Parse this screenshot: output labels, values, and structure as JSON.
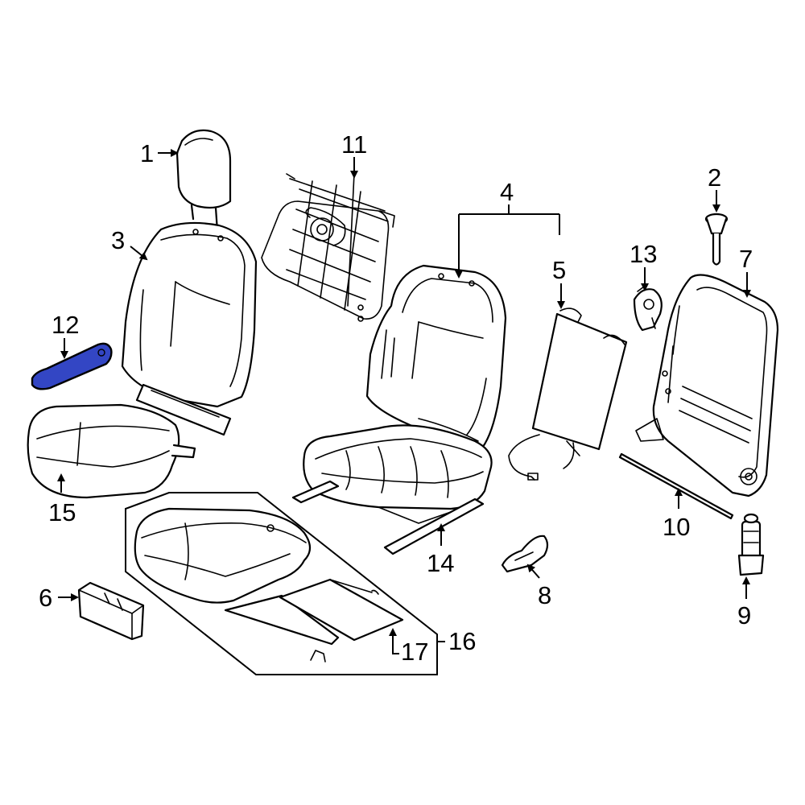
{
  "highlight_color": "#3346c4",
  "highlighted_part": "12",
  "callouts": {
    "c1": "1",
    "c2": "2",
    "c3": "3",
    "c4": "4",
    "c5": "5",
    "c6": "6",
    "c7": "7",
    "c8": "8",
    "c9": "9",
    "c10": "10",
    "c11": "11",
    "c12": "12",
    "c13": "13",
    "c14": "14",
    "c15": "15",
    "c16": "16",
    "c17": "17"
  }
}
